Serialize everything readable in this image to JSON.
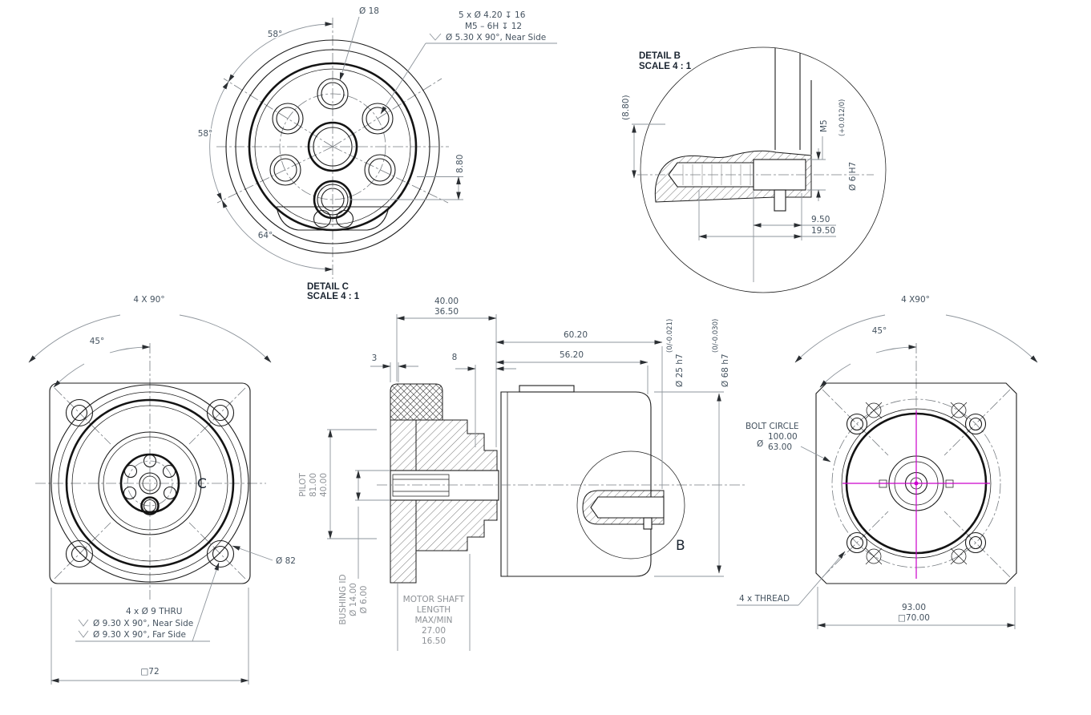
{
  "colors": {
    "geometry": "#1c1c1c",
    "dim_line": "#8e959c",
    "dim_text": "#44525f",
    "gray_text": "#8d9196",
    "magenta": "#cc00cc",
    "title_text": "#1a2430"
  },
  "round_view": {
    "callout_line1": "5 x Ø 4.20 ↧ 16",
    "callout_line2": "M5 – 6H ↧ 12",
    "callout_line3": "Ø 5.30 X 90°, Near Side",
    "center_bore": "Ø 18",
    "angle_top": "58°",
    "angle_left": "58°",
    "angle_bottom": "64°",
    "offset_dim": "8.80"
  },
  "detail_b": {
    "title": "DETAIL B",
    "scale": "SCALE 4 : 1",
    "ref_offset": "(8.80)",
    "thread": "M5",
    "bore": "Ø 6 H7",
    "bore_tol": "(+0.012/0)",
    "depth_thread": "9.50",
    "depth_hole": "19.50",
    "marker": "B"
  },
  "detail_c": {
    "title": "DETAIL C",
    "scale": "SCALE 4 : 1",
    "marker": "C"
  },
  "section": {
    "width_outer": "40.00",
    "width_inner": "36.50",
    "lip": "3",
    "spigot": "8",
    "length_total": "60.20",
    "length_body": "56.20",
    "spigot_dia": "Ø 25 h7",
    "spigot_tol": "(0/-0.021)",
    "pilot_dia": "Ø 68 h7",
    "pilot_tol": "(0/-0.030)",
    "pilot_label": "PILOT",
    "pilot_od": "81.00",
    "pilot_id": "40.00",
    "bushing_label": "BUSHING ID",
    "bushing_od": "Ø 14.00",
    "bushing_id": "Ø 6.00",
    "shaft_label1": "MOTOR SHAFT",
    "shaft_label2": "LENGTH",
    "shaft_label3": "MAX/MIN",
    "shaft_max": "27.00",
    "shaft_min": "16.50"
  },
  "square_front": {
    "angle_4x90": "4 X 90°",
    "angle_45": "45°",
    "face_dia": "Ø 82",
    "callout_line1": "4 x Ø 9 THRU",
    "callout_line2": "Ø 9.30 X 90°, Near Side",
    "callout_line3": "Ø 9.30 X 90°, Far Side",
    "square_dim": "□72"
  },
  "square_rear": {
    "angle_4x90": "4 X90°",
    "angle_45": "45°",
    "bolt_circle_label": "BOLT CIRCLE",
    "bolt_circle_1": "100.00",
    "dia_symbol": "Ø",
    "bolt_circle_2": "63.00",
    "thread_callout": "4 x THREAD",
    "width_dim": "93.00",
    "square_dim": "□70.00"
  }
}
